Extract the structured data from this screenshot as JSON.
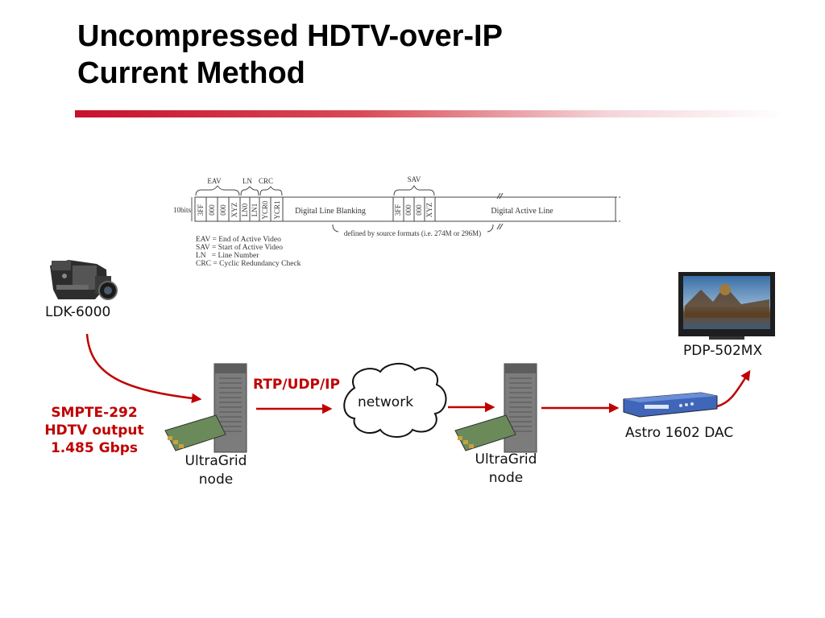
{
  "title": {
    "line1": "Uncompressed HDTV-over-IP",
    "line2": "Current Method"
  },
  "frame_diagram": {
    "bits_label": "10bits",
    "group_labels": {
      "eav": "EAV",
      "ln": "LN",
      "crc": "CRC",
      "sav": "SAV"
    },
    "eav_words": [
      "3FF",
      "000",
      "000",
      "XYZ"
    ],
    "ln_words": [
      "LN0",
      "LN1"
    ],
    "crc_words": [
      "YCR0",
      "YCR1"
    ],
    "sav_words": [
      "3FF",
      "000",
      "000",
      "XYZ"
    ],
    "blanking_label": "Digital Line Blanking",
    "active_label": "Digital Active Line",
    "defined_by": "defined by source formats (i.e. 274M or 296M)",
    "legend": [
      "EAV = End of Active Video",
      "SAV = Start of Active Video",
      "LN   = Line Number",
      "CRC = Cyclic Redundancy Check"
    ]
  },
  "camera": {
    "label": "LDK-6000",
    "icon": "video-camera-icon"
  },
  "source_output": {
    "line1": "SMPTE-292",
    "line2": "HDTV output",
    "line3": "1.485 Gbps"
  },
  "node_left": {
    "line1": "UltraGrid",
    "line2": "node",
    "icon": "server-tower-icon"
  },
  "protocol_label": "RTP/UDP/IP",
  "network_label": "network",
  "node_right": {
    "line1": "UltraGrid",
    "line2": "node",
    "icon": "server-tower-icon"
  },
  "dac_label": "Astro 1602 DAC",
  "display_label": "PDP-502MX",
  "colors": {
    "accent": "#c00000",
    "rule": "#c8102e"
  }
}
